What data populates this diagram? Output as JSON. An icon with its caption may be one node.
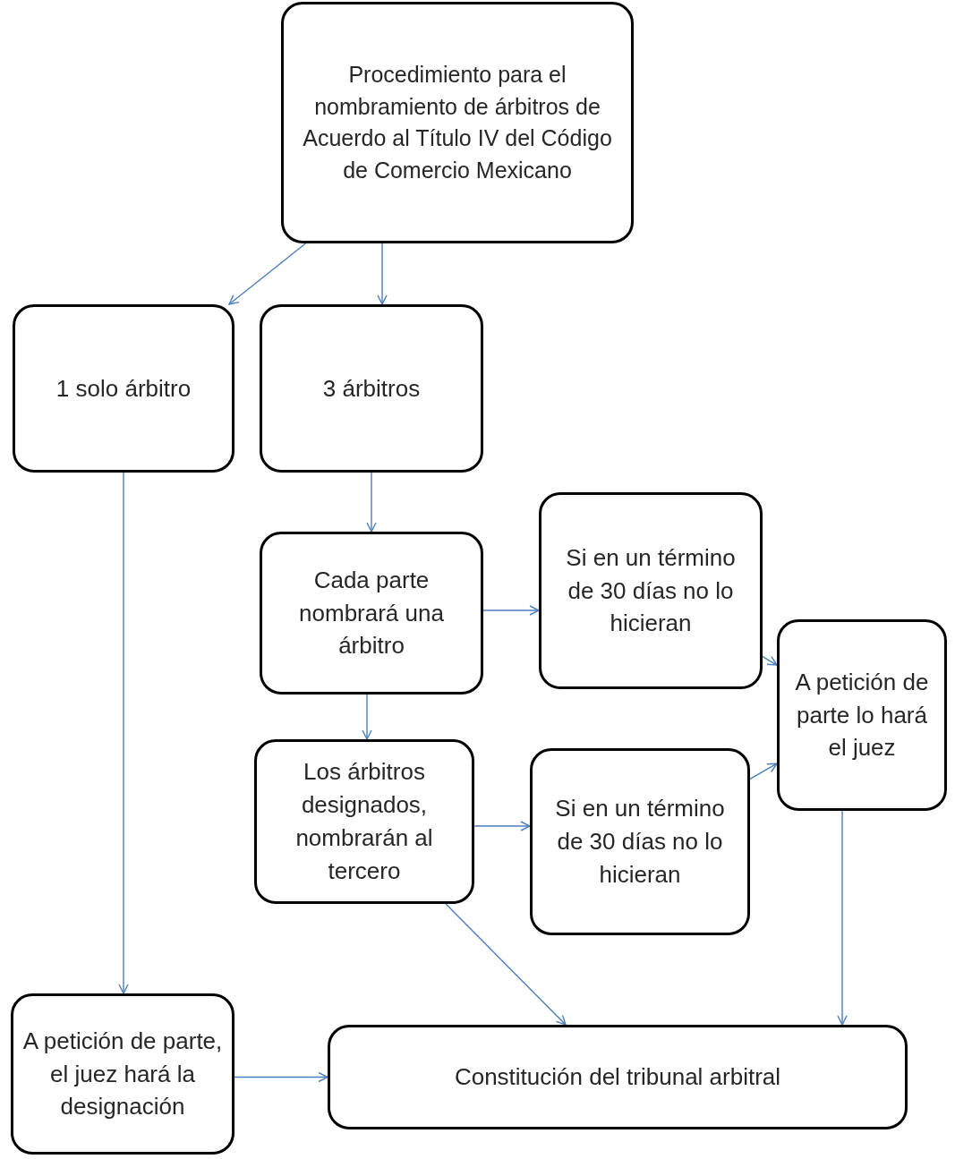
{
  "diagram": {
    "nodes": [
      {
        "text": [
          "Procedimiento para el nombramiento de árbitros de Acuerdo al Título IV del Código de Comercio Mexicano"
        ]
      },
      {
        "text": [
          "1 solo árbitro"
        ]
      },
      {
        "text": [
          "3 árbitros"
        ]
      },
      {
        "text": [
          "Cada parte nombrará una árbitro"
        ]
      },
      {
        "text": [
          "Si en un término de 30 días no lo hicieran"
        ]
      },
      {
        "text": [
          "A petición de parte lo hará el juez"
        ]
      },
      {
        "text": [
          "Los árbitros designados, nombrarán al tercero"
        ]
      },
      {
        "text": [
          "Si en un término de 30 días no lo hicieran"
        ]
      },
      {
        "text": [
          "A petición de parte, el juez hará la designación"
        ]
      },
      {
        "text": [
          "Constitución del tribunal arbitral"
        ]
      }
    ],
    "edges": [
      {
        "from": 0,
        "to": 1,
        "arrow": "to"
      },
      {
        "from": 0,
        "to": 2,
        "arrow": "to"
      },
      {
        "from": 1,
        "to": 8,
        "arrow": "to"
      },
      {
        "from": 2,
        "to": 3,
        "arrow": "to"
      },
      {
        "from": 3,
        "to": 4,
        "arrow": "to"
      },
      {
        "from": 3,
        "to": 6,
        "arrow": "to"
      },
      {
        "from": 4,
        "to": 5,
        "arrow": "to"
      },
      {
        "from": 6,
        "to": 7,
        "arrow": "to"
      },
      {
        "from": 7,
        "to": 5,
        "arrow": "to"
      },
      {
        "from": 6,
        "to": 9,
        "arrow": "to"
      },
      {
        "from": 5,
        "to": 9,
        "arrow": "to"
      },
      {
        "from": 8,
        "to": 9,
        "arrow": "to"
      }
    ]
  }
}
